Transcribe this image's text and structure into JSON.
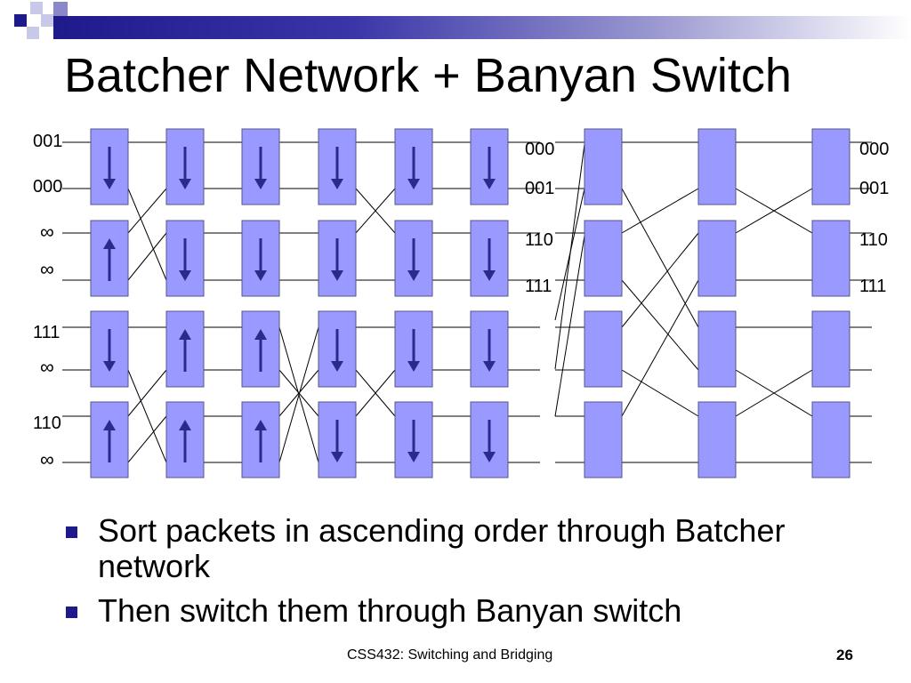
{
  "title": "Batcher Network + Banyan Switch",
  "colors": {
    "node_fill": "#9999ff",
    "node_stroke": "#555588",
    "arrow": "#2a2a8a",
    "accent": "#1e1a8c"
  },
  "batcher": {
    "inputs": [
      "001",
      "000",
      "∞",
      "∞",
      "111",
      "∞",
      "110",
      "∞"
    ],
    "stage_directions": [
      [
        "down",
        "up",
        "down",
        "up"
      ],
      [
        "down",
        "down",
        "up",
        "up"
      ],
      [
        "down",
        "down",
        "up",
        "up"
      ],
      [
        "down",
        "down",
        "down",
        "down"
      ],
      [
        "down",
        "down",
        "down",
        "down"
      ],
      [
        "down",
        "down",
        "down",
        "down"
      ]
    ]
  },
  "banyan": {
    "inputs": [
      "000",
      "001",
      "110",
      "111"
    ],
    "outputs": [
      "000",
      "001",
      "110",
      "111"
    ]
  },
  "bullets": [
    "Sort packets in ascending order through Batcher network",
    "Then switch them through Banyan switch"
  ],
  "footer": "CSS432: Switching and Bridging",
  "page_number": "26"
}
